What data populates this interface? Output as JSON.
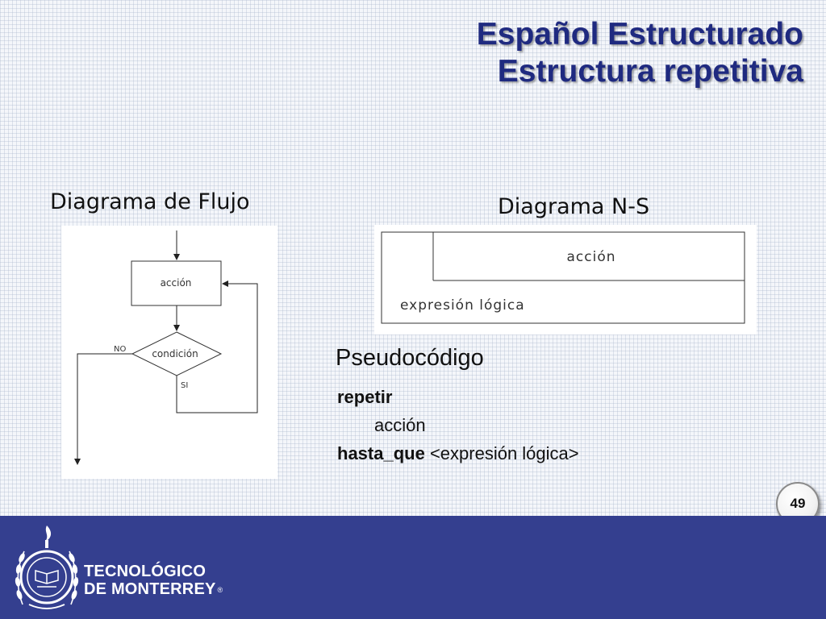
{
  "title": {
    "line1": "Español Estructurado",
    "line2": "Estructura repetitiva"
  },
  "flowchart": {
    "heading": "Diagrama de Flujo",
    "action_label": "acción",
    "condition_label": "condición",
    "no_label": "NO",
    "yes_label": "SI"
  },
  "ns_diagram": {
    "heading": "Diagrama N-S",
    "action_label": "acción",
    "expression_label": "expresión lógica"
  },
  "pseudocode": {
    "heading": "Pseudocódigo",
    "line1_keyword": "repetir",
    "line2_text": "acción",
    "line3_keyword": "hasta_que",
    "line3_text": " <expresión lógica>"
  },
  "page_number": "49",
  "footer": {
    "brand_line1": "TECNOLÓGICO",
    "brand_line2": "DE MONTERREY",
    "registered_mark": "®"
  },
  "colors": {
    "title": "#1f2a80",
    "footer_band": "#343f8f",
    "background": "#f4f6fa"
  }
}
